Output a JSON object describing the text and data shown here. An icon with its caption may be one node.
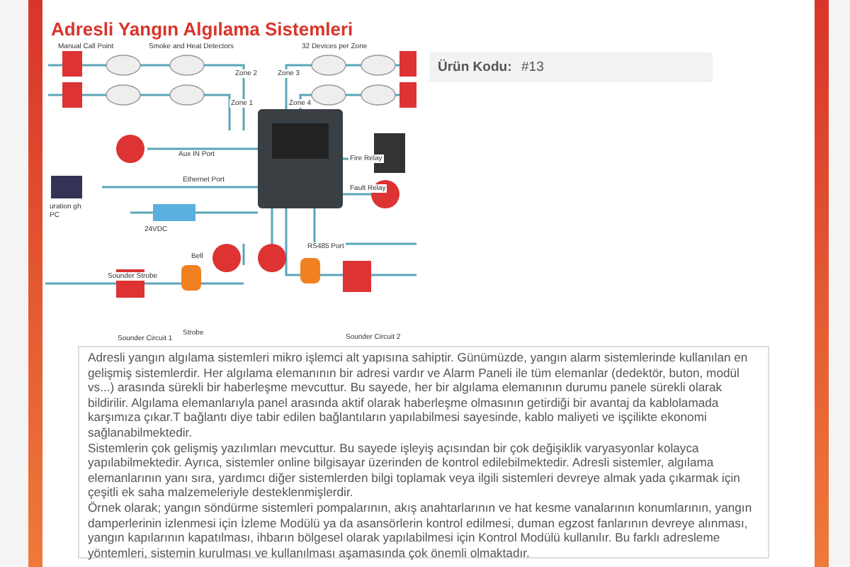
{
  "diagram": {
    "title": "Adresli Yangın Algılama Sistemleri",
    "labels": [
      "Manual Call Point",
      "Smoke and Heat Detectors",
      "32 Devices per Zone",
      "Zone 2",
      "Zone 3",
      "Zone 1",
      "Zone 4",
      "Aux IN Port",
      "Fire Relay",
      "Ethernet Port",
      "Fault Relay",
      "uration gh PC",
      "24VDC",
      "RS485 Port",
      "Bell",
      "Sounder Strobe",
      "Strobe",
      "Sounder Circuit 1",
      "Sounder Circuit 2",
      "Ürün Kodu:",
      "#13",
      "Adresli yangın algılama sistemleri mikro işlemci alt yapısına sahiptir. Günümüzde, yangın alarm sistemlerinde kullanılan en gelişmiş sistemlerdir. Her algılama elemanının bir adresi vardır ve Alarm Paneli ile tüm elemanlar (dedektör, buton, modül vs...) arasında sürekli bir haberleşme mevcuttur. Bu sayede, her bir algılama elemanının durumu panele sürekli olarak bildirilir. Algılama elemanlarıyla panel arasında aktif olarak haberleşme olmasının getirdiği bir avantaj da kablolamada karşımıza çıkar.T bağlantı diye tabir edilen bağlantıların yapılabilmesi sayesinde, kablo maliyeti ve işçilikte ekonomi sağlanabilmektedir.",
      "Sistemlerin çok gelişmiş yazılımları mevcuttur. Bu sayede işleyiş açısından bir çok değişiklik varyasyonlar kolayca yapılabilmektedir. Ayrıca, sistemler online bilgisayar üzerinden de kontrol edilebilmektedir. Adresli sistemler, algılama elemanlarının yanı sıra, yardımcı diğer sistemlerden bilgi toplamak veya ilgili sistemleri devreye almak yada çıkarmak için çeşitli ek saha malzemeleriyle desteklenmişlerdir.",
      "Örnek olarak; yangın söndürme sistemleri pompalarının, akış anahtarlarının ve hat kesme vanalarının konumlarının, yangın damperlerinin izlenmesi için İzleme Modülü ya da asansörlerin kontrol edilmesi, duman egzost fanlarının devreye alınması, yangın kapılarının kapatılması, ihbarın bölgesel olarak yapılabilmesi için Kontrol Modülü kullanılır. Bu farklı adresleme yöntemleri, sistemin kurulması ve kullanılması aşamasında çok önemli olmaktadır."
    ]
  }
}
